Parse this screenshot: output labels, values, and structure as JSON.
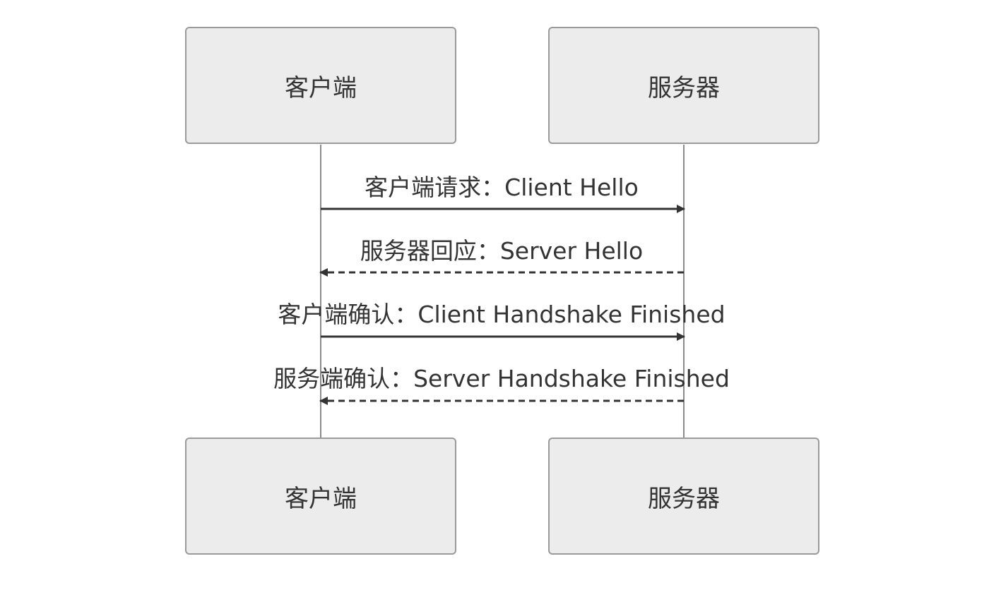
{
  "participants": {
    "client": "客户端",
    "server": "服务器"
  },
  "messages": [
    {
      "label": "客户端请求：Client Hello",
      "from": "client",
      "to": "server",
      "style": "solid"
    },
    {
      "label": "服务器回应：Server Hello",
      "from": "server",
      "to": "client",
      "style": "dashed"
    },
    {
      "label": "客户端确认：Client Handshake Finished",
      "from": "client",
      "to": "server",
      "style": "solid"
    },
    {
      "label": "服务端确认：Server Handshake Finished",
      "from": "server",
      "to": "client",
      "style": "dashed"
    }
  ],
  "colors": {
    "actor_fill": "#ececec",
    "actor_border": "#9a9a9a",
    "line": "#333333",
    "lifeline": "#666666"
  }
}
